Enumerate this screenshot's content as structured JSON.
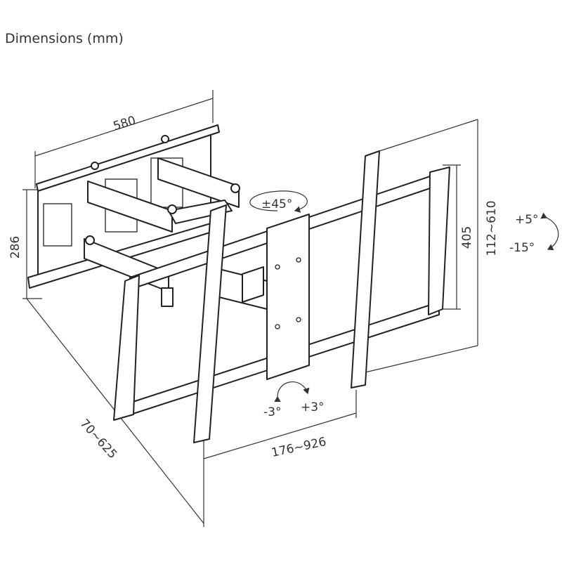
{
  "title": "Dimensions (mm)",
  "dimensions": {
    "plate_width": "580",
    "plate_height": "286",
    "swivel": "±45°",
    "bracket_height": "405",
    "vertical_adjust": "112~610",
    "tilt_up": "+5°",
    "tilt_down": "-15°",
    "roll_minus": "-3°",
    "roll_plus": "+3°",
    "horizontal_span": "176~926",
    "extension": "70~625"
  },
  "colors": {
    "line": "#222222",
    "text": "#333333"
  }
}
